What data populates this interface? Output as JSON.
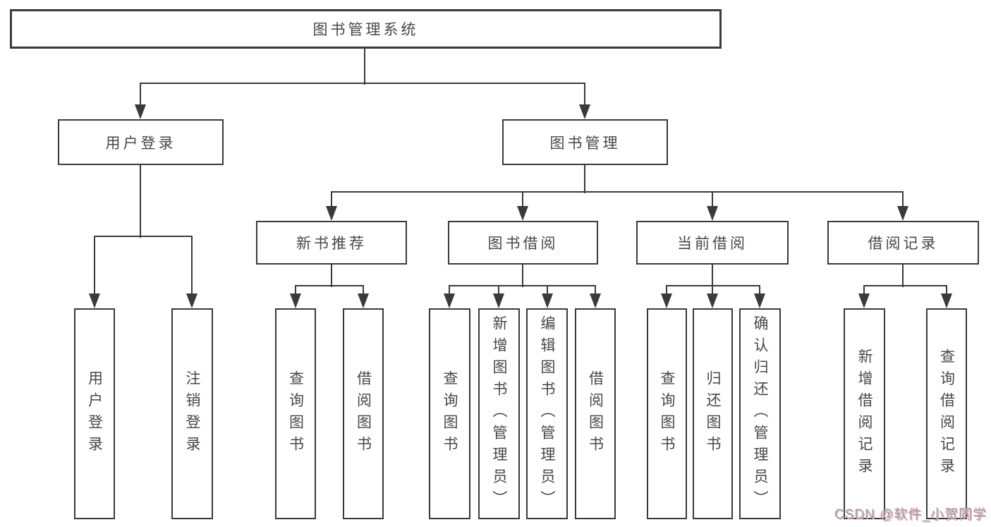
{
  "tree": {
    "root": {
      "label": "图书管理系统"
    },
    "level2": [
      {
        "label": "用户登录",
        "children": [
          {
            "label": "用户登录"
          },
          {
            "label": "注销登录"
          }
        ]
      },
      {
        "label": "图书管理",
        "children": [
          {
            "label": "新书推荐",
            "children": [
              {
                "label": "查询图书"
              },
              {
                "label": "借阅图书"
              }
            ]
          },
          {
            "label": "图书借阅",
            "children": [
              {
                "label": "查询图书"
              },
              {
                "label": "新增图书（管理员）"
              },
              {
                "label": "编辑图书（管理员）"
              },
              {
                "label": "借阅图书"
              }
            ]
          },
          {
            "label": "当前借阅",
            "children": [
              {
                "label": "查询图书"
              },
              {
                "label": "归还图书"
              },
              {
                "label": "确认归还（管理员）"
              }
            ]
          },
          {
            "label": "借阅记录",
            "children": [
              {
                "label": "新增借阅记录"
              },
              {
                "label": "查询借阅记录"
              }
            ]
          }
        ]
      }
    ]
  },
  "watermark": {
    "text": "CSDN @软件_小贺同学"
  },
  "colors": {
    "line": "#3a3a3a",
    "text": "#474747",
    "background": "#ffffff",
    "watermark_gray": "#9aa0a8",
    "watermark_pink": "#eba8b2"
  }
}
